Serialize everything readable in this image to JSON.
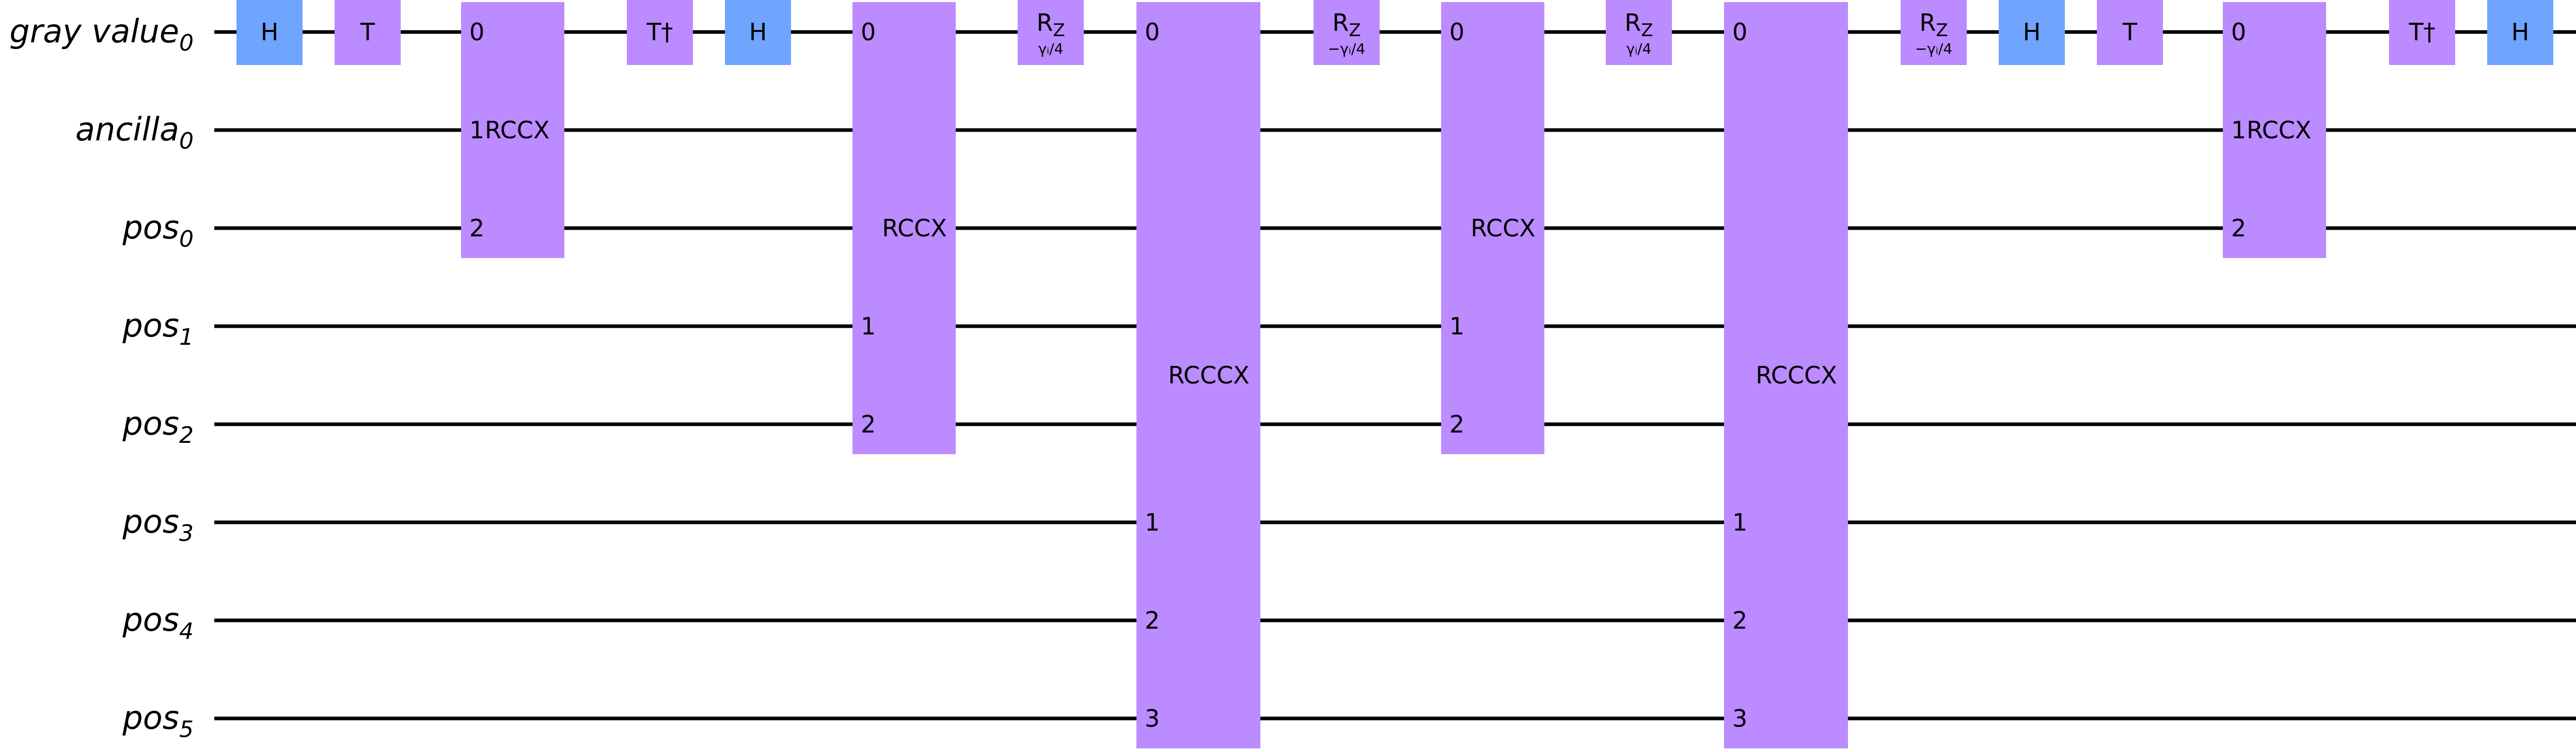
{
  "colors": {
    "single_gate": "#6fa4ff",
    "multi_gate": "#bb8bff",
    "wire": "#000000",
    "background": "#ffffff"
  },
  "qubits": [
    {
      "name": "gray value",
      "sub": "0"
    },
    {
      "name": "ancilla",
      "sub": "0"
    },
    {
      "name": "pos",
      "sub": "0"
    },
    {
      "name": "pos",
      "sub": "1"
    },
    {
      "name": "pos",
      "sub": "2"
    },
    {
      "name": "pos",
      "sub": "3"
    },
    {
      "name": "pos",
      "sub": "4"
    },
    {
      "name": "pos",
      "sub": "5"
    }
  ],
  "gates": [
    {
      "id": "h-1",
      "kind": "single",
      "label": "H",
      "color": "single_gate",
      "qubit": 0
    },
    {
      "id": "t-1",
      "kind": "single",
      "label": "T",
      "color": "multi_gate",
      "qubit": 0
    },
    {
      "id": "rccx-1",
      "kind": "multi",
      "label": "RCCX",
      "label_style": "inline",
      "qubits": [
        0,
        1,
        2
      ],
      "pins": [
        {
          "qubit": 0,
          "label": "0"
        },
        {
          "qubit": 1,
          "label": "1"
        },
        {
          "qubit": 2,
          "label": "2"
        }
      ]
    },
    {
      "id": "tdg-1",
      "kind": "single",
      "label": "T†",
      "color": "multi_gate",
      "qubit": 0
    },
    {
      "id": "h-2",
      "kind": "single",
      "label": "H",
      "color": "single_gate",
      "qubit": 0
    },
    {
      "id": "rccx-2",
      "kind": "multi",
      "label": "RCCX",
      "label_style": "center",
      "qubits": [
        0,
        4
      ],
      "pins": [
        {
          "qubit": 0,
          "label": "0"
        },
        {
          "qubit": 3,
          "label": "1"
        },
        {
          "qubit": 4,
          "label": "2"
        }
      ]
    },
    {
      "id": "rz-1",
      "kind": "rz",
      "label": "R",
      "label_sub": "Z",
      "param": "γᵢ/4",
      "color": "multi_gate",
      "qubit": 0
    },
    {
      "id": "rcccx-1",
      "kind": "multi",
      "label": "RCCCX",
      "label_style": "center",
      "qubits": [
        0,
        7
      ],
      "pins": [
        {
          "qubit": 0,
          "label": "0"
        },
        {
          "qubit": 5,
          "label": "1"
        },
        {
          "qubit": 6,
          "label": "2"
        },
        {
          "qubit": 7,
          "label": "3"
        }
      ]
    },
    {
      "id": "rz-2",
      "kind": "rz",
      "label": "R",
      "label_sub": "Z",
      "param": "−γᵢ/4",
      "color": "multi_gate",
      "qubit": 0
    },
    {
      "id": "rccx-3",
      "kind": "multi",
      "label": "RCCX",
      "label_style": "center",
      "qubits": [
        0,
        4
      ],
      "pins": [
        {
          "qubit": 0,
          "label": "0"
        },
        {
          "qubit": 3,
          "label": "1"
        },
        {
          "qubit": 4,
          "label": "2"
        }
      ]
    },
    {
      "id": "rz-3",
      "kind": "rz",
      "label": "R",
      "label_sub": "Z",
      "param": "γᵢ/4",
      "color": "multi_gate",
      "qubit": 0
    },
    {
      "id": "rcccx-2",
      "kind": "multi",
      "label": "RCCCX",
      "label_style": "center",
      "qubits": [
        0,
        7
      ],
      "pins": [
        {
          "qubit": 0,
          "label": "0"
        },
        {
          "qubit": 5,
          "label": "1"
        },
        {
          "qubit": 6,
          "label": "2"
        },
        {
          "qubit": 7,
          "label": "3"
        }
      ]
    },
    {
      "id": "rz-4",
      "kind": "rz",
      "label": "R",
      "label_sub": "Z",
      "param": "−γᵢ/4",
      "color": "multi_gate",
      "qubit": 0
    },
    {
      "id": "h-3",
      "kind": "single",
      "label": "H",
      "color": "single_gate",
      "qubit": 0
    },
    {
      "id": "t-2",
      "kind": "single",
      "label": "T",
      "color": "multi_gate",
      "qubit": 0
    },
    {
      "id": "rccx-4",
      "kind": "multi",
      "label": "RCCX",
      "label_style": "inline",
      "qubits": [
        0,
        1,
        2
      ],
      "pins": [
        {
          "qubit": 0,
          "label": "0"
        },
        {
          "qubit": 1,
          "label": "1"
        },
        {
          "qubit": 2,
          "label": "2"
        }
      ]
    },
    {
      "id": "tdg-2",
      "kind": "single",
      "label": "T†",
      "color": "multi_gate",
      "qubit": 0
    },
    {
      "id": "h-4",
      "kind": "single",
      "label": "H",
      "color": "single_gate",
      "qubit": 0
    }
  ]
}
